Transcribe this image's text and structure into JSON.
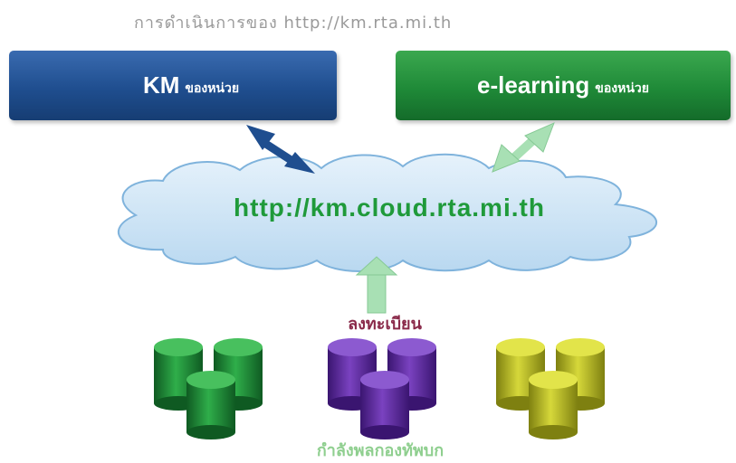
{
  "header": {
    "title": "การดำเนินการของ http://km.rta.mi.th"
  },
  "boxes": {
    "km": {
      "main": "KM",
      "suffix": "ของหน่วย",
      "color": "#1f4e8f"
    },
    "elearning": {
      "main": "e-learning",
      "suffix": "ของหน่วย",
      "color": "#1f8a38"
    }
  },
  "cloud": {
    "url": "http://km.cloud.rta.mi.th",
    "text_color": "#1f9a3a",
    "fill": "#cfe6f7"
  },
  "arrows": {
    "km_link": {
      "type": "bidirectional",
      "color": "#1f4e8f"
    },
    "elearning_link": {
      "type": "bidirectional",
      "color": "#a8e0b4"
    },
    "register_link": {
      "type": "up",
      "color": "#a8e0b4"
    }
  },
  "register": {
    "label": "ลงทะเบียน",
    "color": "#8a2a4a"
  },
  "database_groups": [
    {
      "name": "green-db-group",
      "color": "#1f8a38"
    },
    {
      "name": "purple-db-group",
      "color": "#5a2a9a"
    },
    {
      "name": "olive-db-group",
      "color": "#b6b81e"
    }
  ],
  "footer": {
    "label": "กำลังพลกองทัพบก"
  }
}
